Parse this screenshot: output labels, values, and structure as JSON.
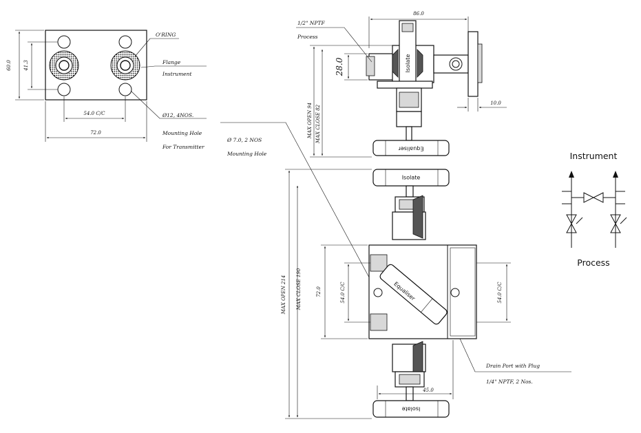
{
  "flange_view": {
    "dim_height": "60.0",
    "dim_inner": "41.3",
    "dim_cc": "54.0 C/C",
    "dim_width": "72.0",
    "oring": "O'RING",
    "flange": "Flange",
    "instrument": "Instrument",
    "hole_note": "Ø12,  4NOS.",
    "mount_note_1": "Mounting Hole",
    "mount_note_2": "For Transmitter"
  },
  "top_view": {
    "dim_width": "86.0",
    "npt": "1/2\" NPTF",
    "process": "Process",
    "dim_28": "28.0",
    "max_open": "MAX OPEN 94",
    "max_close": "MAX CLOSE 82",
    "dim_10": "10.0",
    "isolate": "Isolate",
    "equaliser": "Equaliser"
  },
  "mount_hole": {
    "size": "Ø 7.0,  2 NOS",
    "label": "Mounting Hole"
  },
  "front_view": {
    "isolate_top": "Isolate",
    "isolate_bottom": "Isolate",
    "equaliser": "Equaliser",
    "max_open": "MAX OPEN 214",
    "max_close": "MAX CLOSE 190",
    "dim_72": "72.0",
    "dim_cc_left": "54.0 C/C",
    "dim_cc_right": "54.0 C/C",
    "dim_45": "45.0",
    "drain": "Drain Port with Plug",
    "npt_drain": "1/4\" NPTF,  2 Nos."
  },
  "symbol": {
    "instrument": "Instrument",
    "process": "Process"
  }
}
